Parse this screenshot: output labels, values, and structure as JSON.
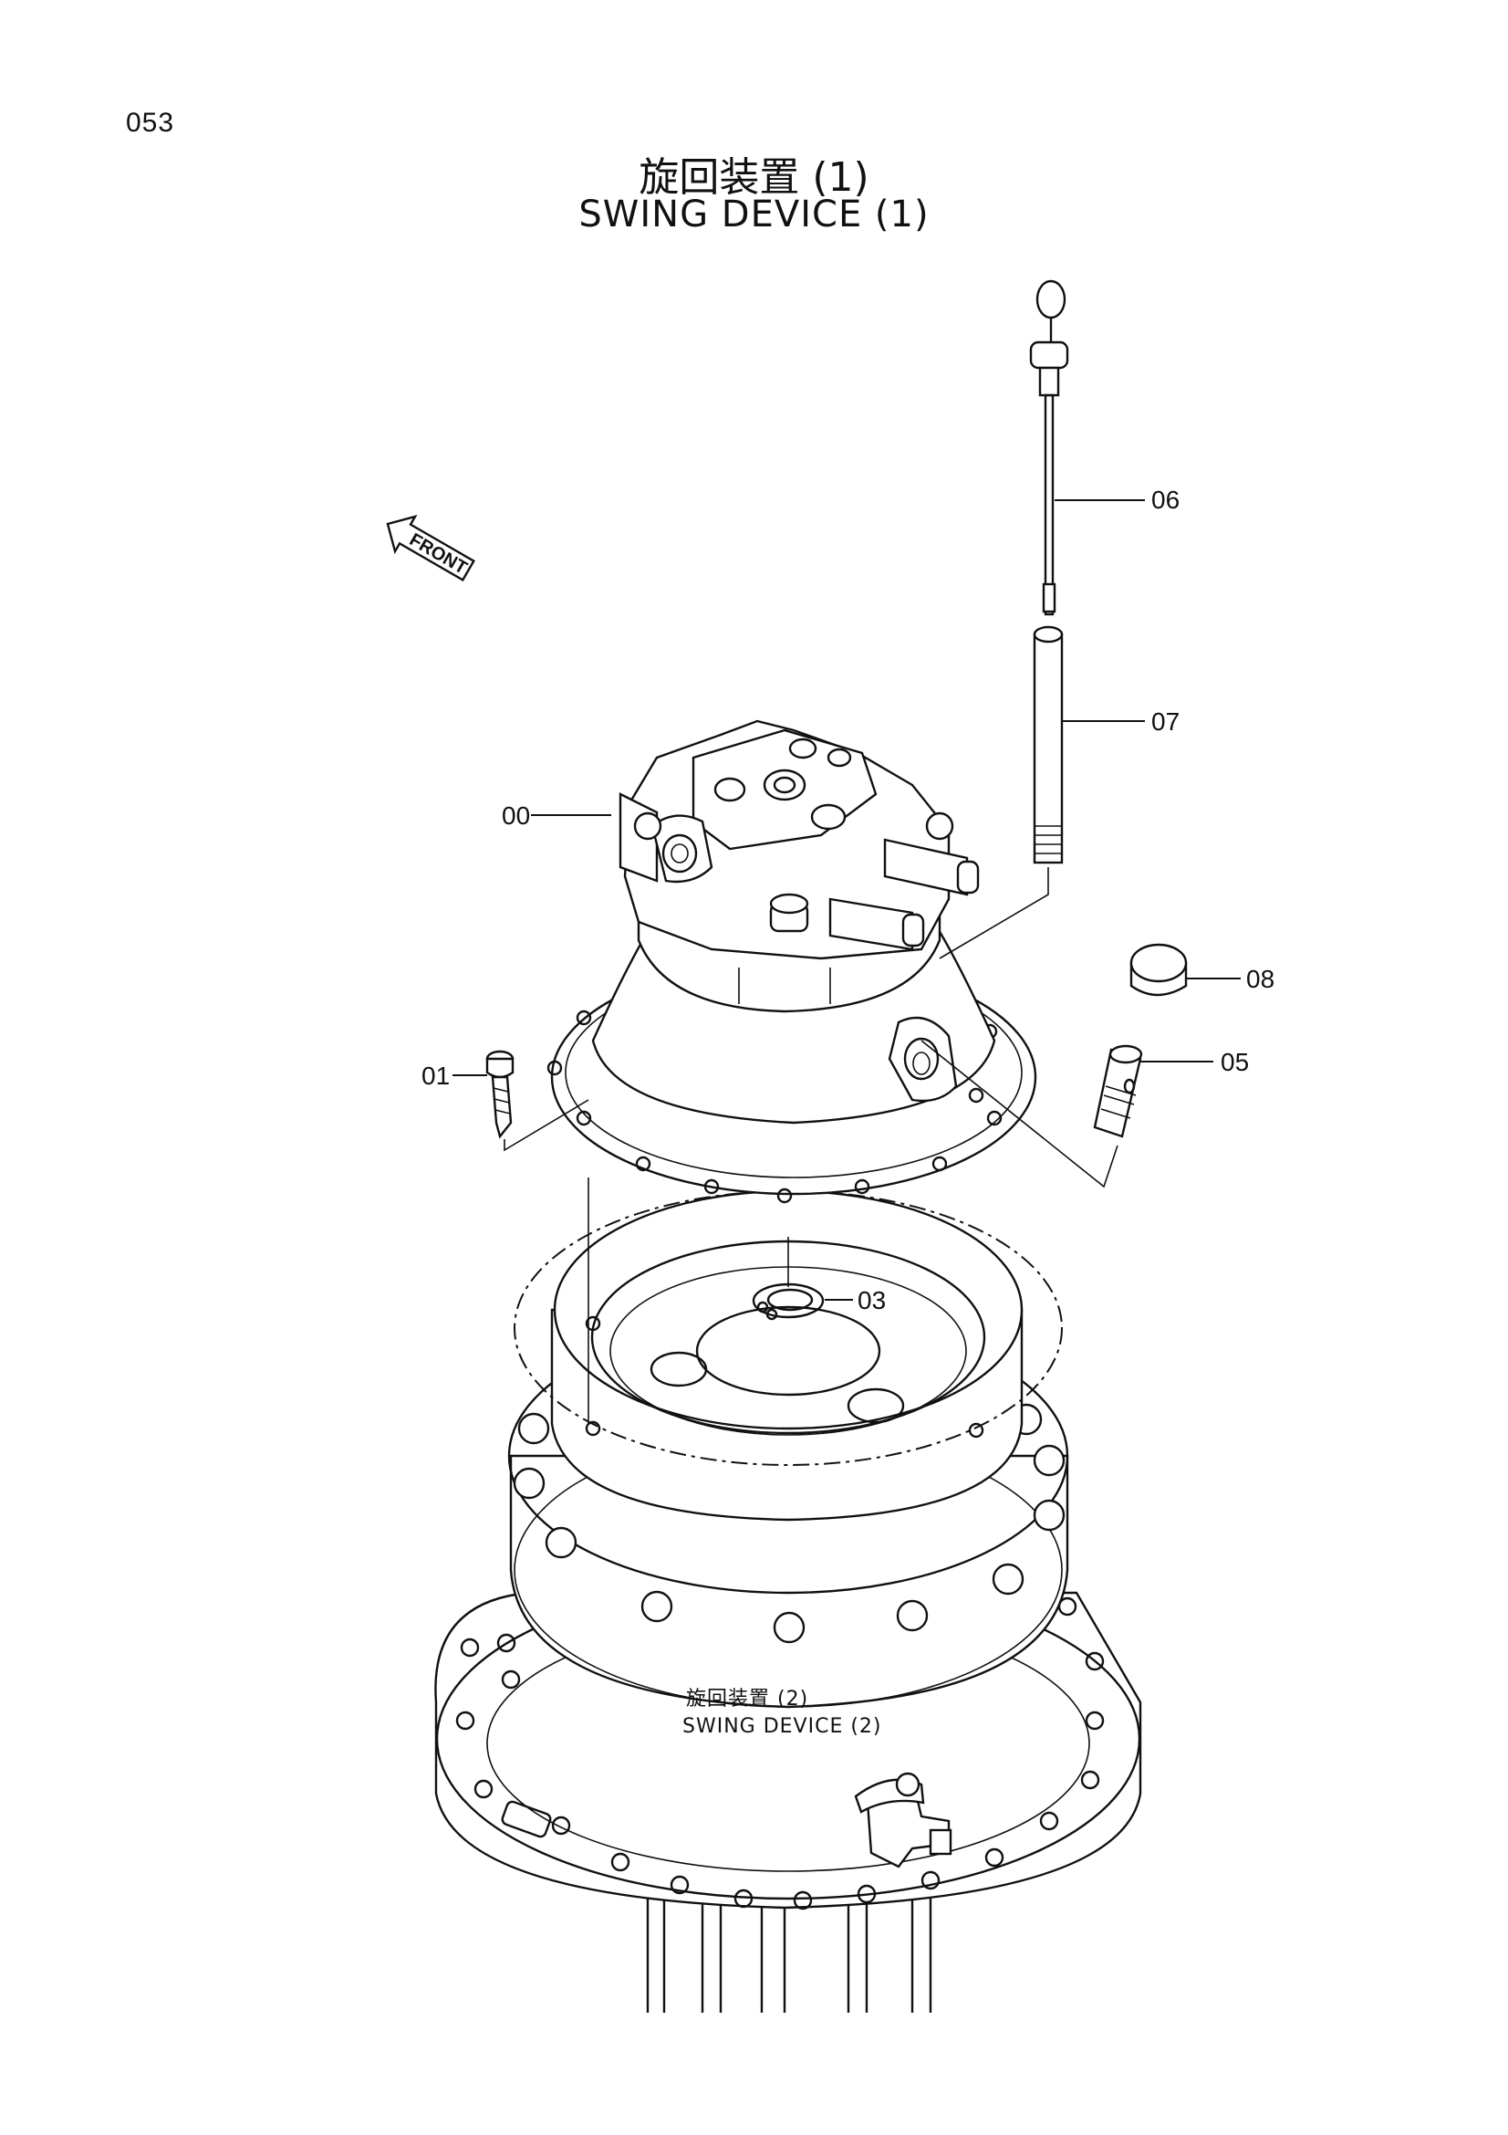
{
  "page_number": "053",
  "title": {
    "jp": "旋回装置 (1)",
    "en": "SWING DEVICE (1)"
  },
  "front_indicator": "FRONT",
  "callouts": [
    "00",
    "01",
    "03",
    "05",
    "06",
    "07",
    "08"
  ],
  "reference": {
    "jp": "旋回装置 (2)",
    "en": "SWING DEVICE (2)"
  }
}
